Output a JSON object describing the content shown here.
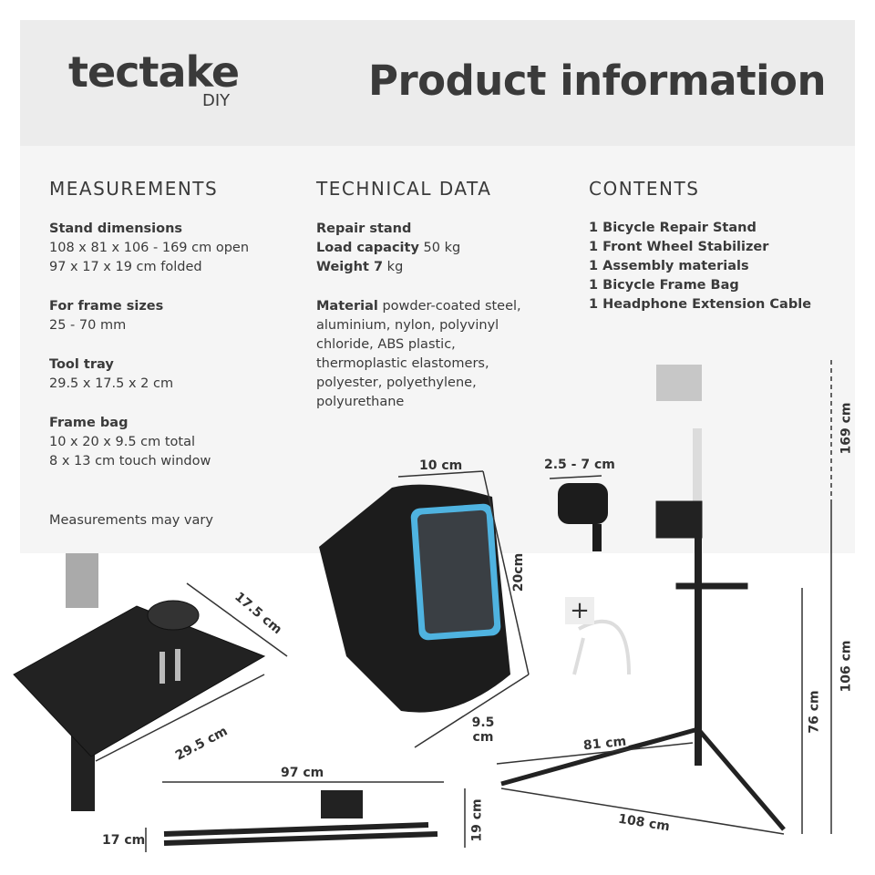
{
  "header": {
    "brand": "tectake",
    "brand_sub": "DIY",
    "title": "Product information"
  },
  "measurements": {
    "heading": "MEASUREMENTS",
    "items": [
      {
        "label": "Stand dimensions",
        "lines": [
          "108 x 81 x 106 - 169 cm open",
          "97 x 17 x 19 cm folded"
        ]
      },
      {
        "label": "For frame sizes",
        "lines": [
          "25 - 70 mm"
        ]
      },
      {
        "label": "Tool tray",
        "lines": [
          "29.5 x 17.5 x 2 cm"
        ]
      },
      {
        "label": "Frame bag",
        "lines": [
          "10 x 20 x 9.5 cm total",
          "8 x 13 cm touch window"
        ]
      }
    ],
    "note": "Measurements may vary"
  },
  "technical": {
    "heading": "TECHNICAL DATA",
    "repair_stand": "Repair stand",
    "load_label": "Load capacity",
    "load_value": "50 kg",
    "weight_label": "Weight 7",
    "weight_value": "kg",
    "material_label": "Material",
    "material_value": "powder-coated steel, aluminium, nylon, polyvinyl chloride, ABS plastic, thermoplastic elastomers, polyester, polyethylene, polyurethane"
  },
  "contents": {
    "heading": "CONTENTS",
    "items": [
      "1 Bicycle Repair Stand",
      "1 Front Wheel Stabilizer",
      "1 Assembly materials",
      "1 Bicycle Frame Bag",
      "1 Headphone Extension Cable"
    ]
  },
  "dimensions": {
    "bag_width": "10 cm",
    "bag_height": "20cm",
    "bag_depth": "9.5 cm",
    "clamp": "2.5 - 7 cm",
    "plus": "+",
    "max_height": "169 cm",
    "min_height": "106 cm",
    "tray_height": "76 cm",
    "leg_81": "81 cm",
    "leg_108": "108 cm",
    "tray_depth": "17.5 cm",
    "tray_width": "29.5 cm",
    "folded_length": "97 cm",
    "folded_width": "17 cm",
    "folded_height": "19 cm"
  },
  "colors": {
    "header_bg": "#ececec",
    "panel_bg": "#f5f5f5",
    "text": "#3a3a3a",
    "bag_window": "#4fb3e0"
  }
}
